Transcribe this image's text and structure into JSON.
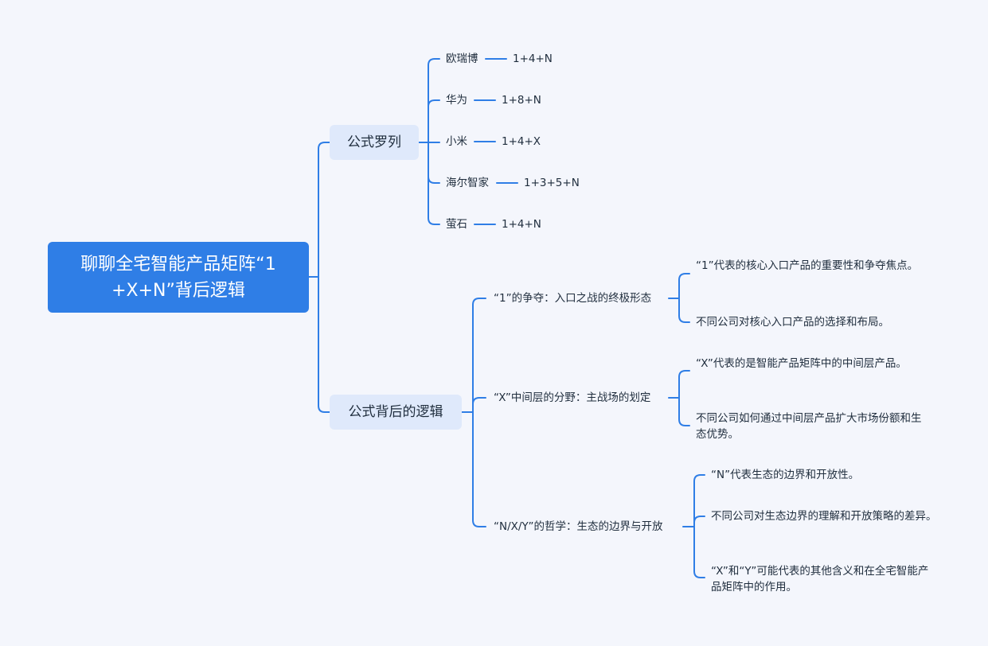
{
  "root": {
    "title": "聊聊全宅智能产品矩阵“1 +X+N”背后逻辑"
  },
  "branches": {
    "formulas": {
      "label": "公式罗列",
      "items": [
        {
          "company": "欧瑞博",
          "formula": "1+4+N"
        },
        {
          "company": "华为",
          "formula": "1+8+N"
        },
        {
          "company": "小米",
          "formula": "1+4+X"
        },
        {
          "company": "海尔智家",
          "formula": "1+3+5+N"
        },
        {
          "company": "萤石",
          "formula": "1+4+N"
        }
      ]
    },
    "logic": {
      "label": "公式背后的逻辑",
      "items": [
        {
          "label": "“1”的争夺：入口之战的终极形态",
          "notes": [
            "“1”代表的核心入口产品的重要性和争夺焦点。",
            "不同公司对核心入口产品的选择和布局。"
          ]
        },
        {
          "label": "“X”中间层的分野：主战场的划定",
          "notes": [
            "“X”代表的是智能产品矩阵中的中间层产品。",
            "不同公司如何通过中间层产品扩大市场份额和生态优势。"
          ]
        },
        {
          "label": "“N/X/Y”的哲学：生态的边界与开放",
          "notes": [
            "“N”代表生态的边界和开放性。",
            "不同公司对生态边界的理解和开放策略的差异。",
            "“X”和“Y”可能代表的其他含义和在全宅智能产品矩阵中的作用。"
          ]
        }
      ]
    }
  },
  "colors": {
    "line": "#2f7ee6",
    "root_bg": "#2f7ee6",
    "branch_bg": "#dfe9fb",
    "text": "#1f2d3d",
    "background": "#f4f6fc"
  }
}
